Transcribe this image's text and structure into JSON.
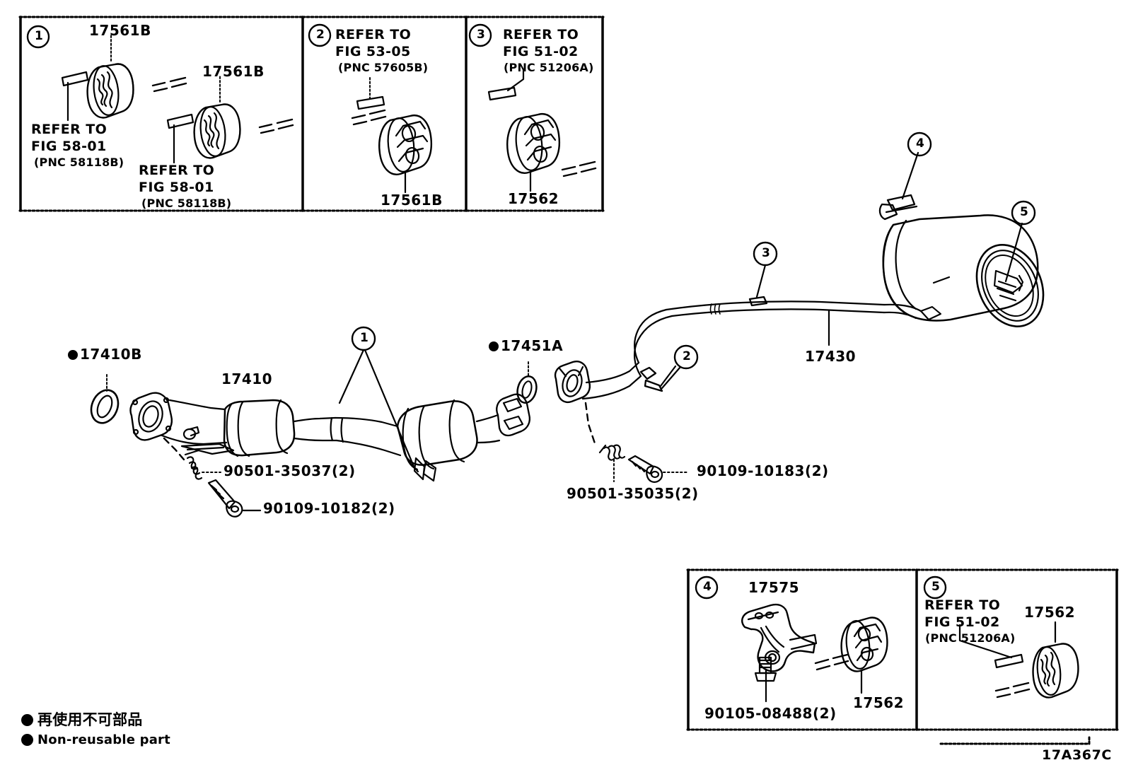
{
  "diagram": {
    "code": "17A367C",
    "legend": {
      "japanese": "再使用不可部品",
      "english": "Non-reusable part"
    }
  },
  "panels": [
    {
      "id": "panel-1",
      "callout": "1",
      "parts": [
        {
          "name": "part-number-top",
          "text": "17561B"
        },
        {
          "name": "part-number-bottom",
          "text": "17561B"
        }
      ],
      "refs": [
        {
          "line1": "REFER TO",
          "line2": "FIG 58-01",
          "line3": "(PNC 58118B)"
        },
        {
          "line1": "REFER TO",
          "line2": "FIG 58-01",
          "line3": "(PNC 58118B)"
        }
      ]
    },
    {
      "id": "panel-2",
      "callout": "2",
      "ref": {
        "line1": "REFER TO",
        "line2": "FIG 53-05",
        "line3": "(PNC 57605B)"
      },
      "part": "17561B"
    },
    {
      "id": "panel-3",
      "callout": "3",
      "ref": {
        "line1": "REFER TO",
        "line2": "FIG 51-02",
        "line3": "(PNC 51206A)"
      },
      "part": "17562"
    },
    {
      "id": "panel-4",
      "callout": "4",
      "parts": [
        {
          "name": "bracket",
          "text": "17575"
        },
        {
          "name": "support",
          "text": "17562"
        },
        {
          "name": "bolt",
          "text": "90105-08488(2)"
        }
      ]
    },
    {
      "id": "panel-5",
      "callout": "5",
      "ref": {
        "line1": "REFER TO",
        "line2": "FIG 51-02",
        "line3": "(PNC 51206A)"
      },
      "part": "17562"
    }
  ],
  "main": {
    "callouts": [
      "1",
      "2",
      "3",
      "4",
      "5"
    ],
    "labels": [
      {
        "name": "gasket-front",
        "text": "17410B",
        "nonreusable": true
      },
      {
        "name": "catalytic-converter",
        "text": "17410",
        "nonreusable": false
      },
      {
        "name": "gasket-center",
        "text": "17451A",
        "nonreusable": true
      },
      {
        "name": "tail-pipe-muffler",
        "text": "17430",
        "nonreusable": false
      },
      {
        "name": "spring-front",
        "text": "90501-35037(2)",
        "nonreusable": false
      },
      {
        "name": "bolt-front",
        "text": "90109-10182(2)",
        "nonreusable": false
      },
      {
        "name": "spring-center",
        "text": "90501-35035(2)",
        "nonreusable": false
      },
      {
        "name": "bolt-center",
        "text": "90109-10183(2)",
        "nonreusable": false
      }
    ]
  }
}
